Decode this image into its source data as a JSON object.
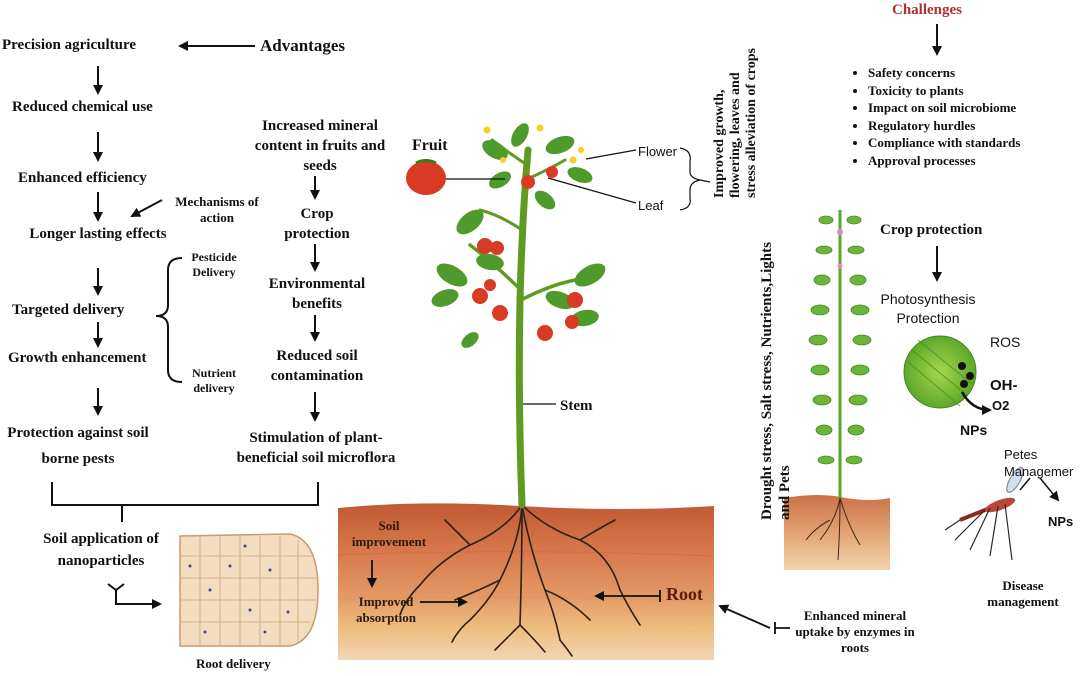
{
  "colors": {
    "soil_top": "#c9683f",
    "soil_mid": "#dd8a5e",
    "soil_low": "#eeb37a",
    "stem": "#5f9a21",
    "leaf": "#4e9a2a",
    "fruit": "#d93a24",
    "challenges_title": "#b03030"
  },
  "left_flow": {
    "advantages": "Advantages",
    "steps": [
      "Precision agriculture",
      "Reduced chemical use",
      "Enhanced efficiency",
      "Longer lasting effects",
      "Targeted delivery",
      "Growth enhancement",
      "Protection against soil borne pests"
    ],
    "mechanisms": "Mechanisms of action",
    "pesticide": "Pesticide Delivery",
    "nutrient": "Nutrient delivery"
  },
  "mid_flow": {
    "steps": [
      "Increased mineral content in fruits and seeds",
      "Crop protection",
      "Environmental benefits",
      "Reduced soil contamination",
      "Stimulation of plant-beneficial soil microflora"
    ]
  },
  "bottom_left": {
    "soil_application": "Soil application of nanoparticles",
    "root_delivery": "Root delivery"
  },
  "plant": {
    "fruit": "Fruit",
    "flower": "Flower",
    "leaf": "Leaf",
    "stem": "Stem",
    "root": "Root",
    "soil_improvement": "Soil improvement",
    "improved_absorption": "Improved absorption",
    "enhanced_mineral": "Enhanced mineral uptake by enzymes in roots",
    "vertical_growth": "Improved growth, flowering, leaves and stress alleviation of crops"
  },
  "challenges": {
    "title": "Challenges",
    "items": [
      "Safety concerns",
      "Toxicity to plants",
      "Impact on soil microbiome",
      "Regulatory hurdles",
      "Compliance with standards",
      "Approval processes"
    ]
  },
  "right_panel": {
    "stress_vertical": "Drought stress, Salt stress, Nutrients,Lights and Pets",
    "crop_protection": "Crop protection",
    "photosynthesis": "Photosynthesis Protection",
    "ros": "ROS",
    "oh": "OH-",
    "o2": "O2",
    "nps_1": "NPs",
    "pest_management": "Petes Managemer",
    "nps_2": "NPs",
    "disease_management": "Disease management"
  }
}
